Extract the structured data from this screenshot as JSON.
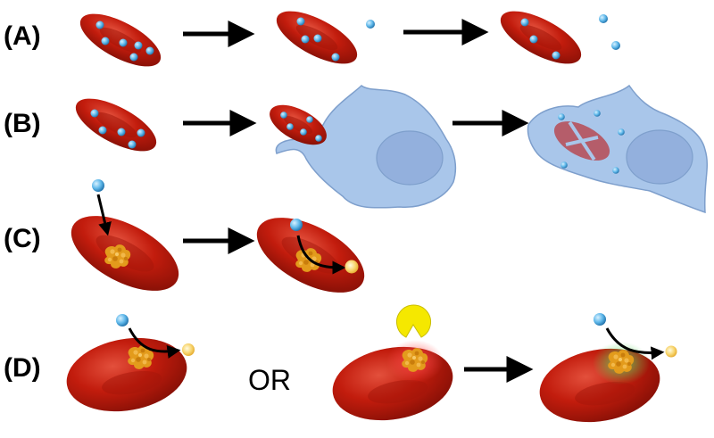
{
  "rows": [
    {
      "label": "(A)"
    },
    {
      "label": "(B)"
    },
    {
      "label": "(C)"
    },
    {
      "label": "(D)"
    }
  ],
  "or_text": "OR",
  "colors": {
    "rbc_dark": "#9c1208",
    "rbc_mid": "#c8200f",
    "rbc_light": "#e24a38",
    "nanoparticle": "#5fb8ea",
    "nanoparticle_edge": "#1f6fa8",
    "macrophage": "#a9c6ea",
    "macrophage_edge": "#7e9fcc",
    "nucleus": "#93b0dd",
    "enzyme": "#e39b1c",
    "product": "#f7d36a",
    "inhibitor": "#f5e800",
    "red_glow": "#ff3b3b",
    "green_glow": "#57d857",
    "arrow": "#000000"
  }
}
